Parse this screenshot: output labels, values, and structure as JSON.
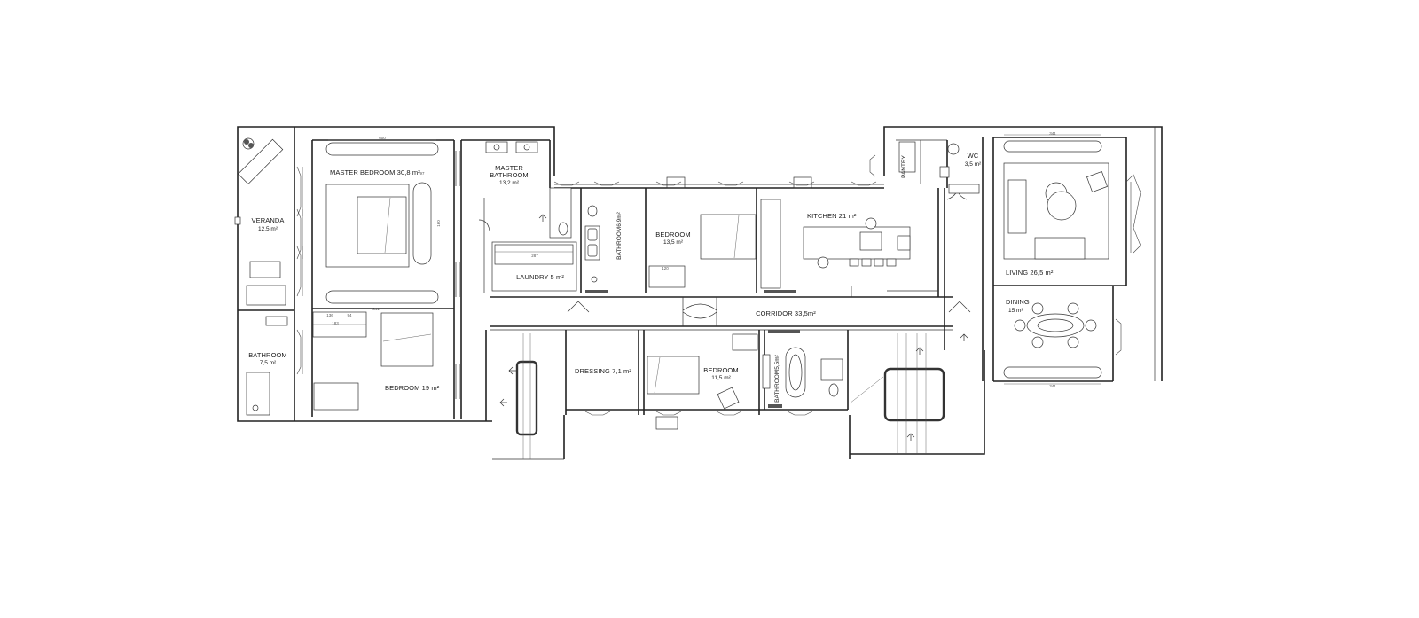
{
  "plan": {
    "rooms": {
      "veranda": {
        "name": "VERANDA",
        "area": "12,5 m²"
      },
      "master_bedroom": {
        "name": "MASTER BEDROOM 30,8 m²"
      },
      "master_bathroom": {
        "line1": "MASTER",
        "line2": "BATHROOM",
        "area": "13,2 m²"
      },
      "laundry": {
        "name": "LAUNDRY 5 m²"
      },
      "bathroom_6": {
        "name": "BATHROOM6,9m²"
      },
      "bedroom_13": {
        "name": "BEDROOM",
        "area": "13,5 m²"
      },
      "kitchen": {
        "name": "KITCHEN 21 m²"
      },
      "pantry": {
        "name": "PANTRY"
      },
      "wc": {
        "name": "WC",
        "area": "3,5 m²"
      },
      "living": {
        "name": "LIVING 26,5 m²"
      },
      "dining": {
        "name": "DINING",
        "area": "15 m²"
      },
      "corridor": {
        "name": "CORRIDOR 33,5m²"
      },
      "bathroom_7": {
        "name": "BATHROOM",
        "area": "7,5 m²"
      },
      "bedroom_19": {
        "name": "BEDROOM 19 m²"
      },
      "dressing": {
        "name": "DRESSING 7,1 m²"
      },
      "bedroom_11": {
        "name": "BEDROOM",
        "area": "11,5 m²"
      },
      "bathroom_5": {
        "name": "BATHROOM5,5m²"
      }
    },
    "dimensions": {
      "d_600": "600",
      "d_97": "97",
      "d_160": "160",
      "d_287": "287",
      "d_120": "120",
      "d_341_top": "341",
      "d_341_bottom": "341",
      "d_136": "136",
      "d_94": "94",
      "d_183": "183",
      "d_341_bed": "341"
    }
  }
}
